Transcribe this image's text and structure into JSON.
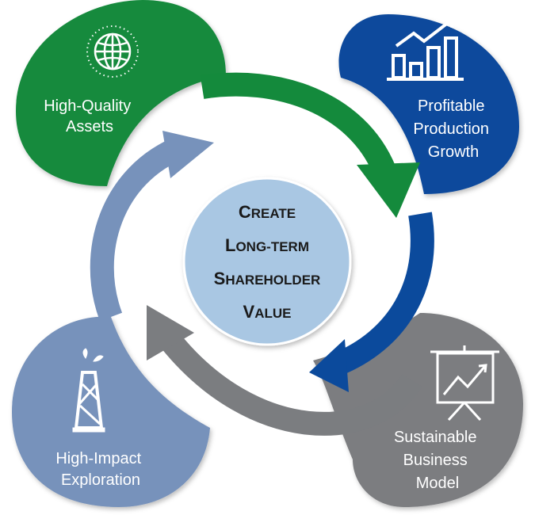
{
  "center": {
    "lines": [
      {
        "cap": "C",
        "rest": "REATE"
      },
      {
        "cap": "L",
        "rest": "ONG-TERM"
      },
      {
        "cap": "S",
        "rest": "HAREHOLDER"
      },
      {
        "cap": "V",
        "rest": "ALUE"
      }
    ]
  },
  "nodes": [
    {
      "id": "assets",
      "lines": [
        "High-Quality",
        "Assets"
      ],
      "color": "#148a3c",
      "icon": "globe-icon"
    },
    {
      "id": "growth",
      "lines": [
        "Profitable",
        "Production",
        "Growth"
      ],
      "color": "#0b4a9c",
      "icon": "bar-chart-growth-icon"
    },
    {
      "id": "business",
      "lines": [
        "Sustainable",
        "Business",
        "Model"
      ],
      "color": "#7b7d80",
      "icon": "presentation-board-icon"
    },
    {
      "id": "exploration",
      "lines": [
        "High-Impact",
        "Exploration"
      ],
      "color": "#7792bb",
      "icon": "oil-derrick-icon"
    }
  ],
  "colors": {
    "center_fill": "#a9c7e3",
    "center_stroke": "#ffffff",
    "arrow_green": "#148a3c",
    "arrow_blue": "#0b4a9c",
    "arrow_gray": "#7b7d80",
    "arrow_light": "#7792bb"
  }
}
